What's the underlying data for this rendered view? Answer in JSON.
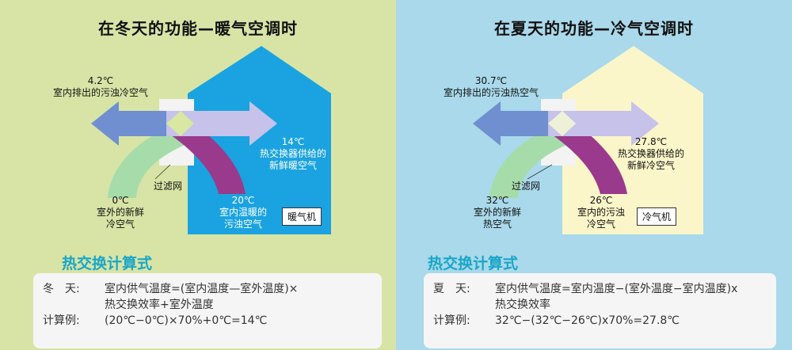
{
  "winter": {
    "title": "在冬天的功能—暖气空调时",
    "exhaust_temp": "4.2℃",
    "exhaust_desc": "室内排出的污浊冷空气",
    "supply_temp": "14℃",
    "supply_desc_1": "热交换器供给的",
    "supply_desc_2": "新鲜暖空气",
    "outdoor_temp": "0℃",
    "outdoor_desc_1": "室外的新鲜",
    "outdoor_desc_2": "冷空气",
    "filter": "过滤网",
    "indoor_temp": "20℃",
    "indoor_desc_1": "室内温暖的",
    "indoor_desc_2": "污浊空气",
    "device": "暖气机",
    "formula_title": "热交换计算式",
    "season_label": "冬　天:",
    "formula_line_1": "室内供气温度=(室内温度—室外温度)×",
    "formula_line_2": "热交换效率+室外温度",
    "example_label": "计算例:",
    "example": "(20℃−0℃)×70%+0℃=14℃",
    "colors": {
      "bg": "#d7e4a6",
      "house": "#1aa3e0"
    }
  },
  "summer": {
    "title": "在夏天的功能—冷气空调时",
    "exhaust_temp": "30.7℃",
    "exhaust_desc": "室内排出的污浊热空气",
    "supply_temp": "27.8℃",
    "supply_desc_1": "热交换器供给的",
    "supply_desc_2": "新鲜冷空气",
    "outdoor_temp": "32℃",
    "outdoor_desc_1": "室外的新鲜",
    "outdoor_desc_2": "热空气",
    "filter": "过滤网",
    "indoor_temp": "26℃",
    "indoor_desc_1": "室内的污浊",
    "indoor_desc_2": "冷空气",
    "device": "冷气机",
    "formula_title": "热交换计算式",
    "season_label": "夏　天:",
    "formula_line_1": "室内供气温度=室内温度−(室外温度−室内温度)x",
    "formula_line_2": "热交换效率",
    "example_label": "计算例:",
    "example": "32℃−(32℃−26℃)x70%=27.8℃",
    "colors": {
      "bg": "#a9d9ea",
      "house": "#fbf6c9"
    }
  },
  "arrow_colors": {
    "blue": "#6f8fd0",
    "lavender": "#c6c2ea",
    "green": "#a6dcaa",
    "purple": "#9a3a8c"
  }
}
